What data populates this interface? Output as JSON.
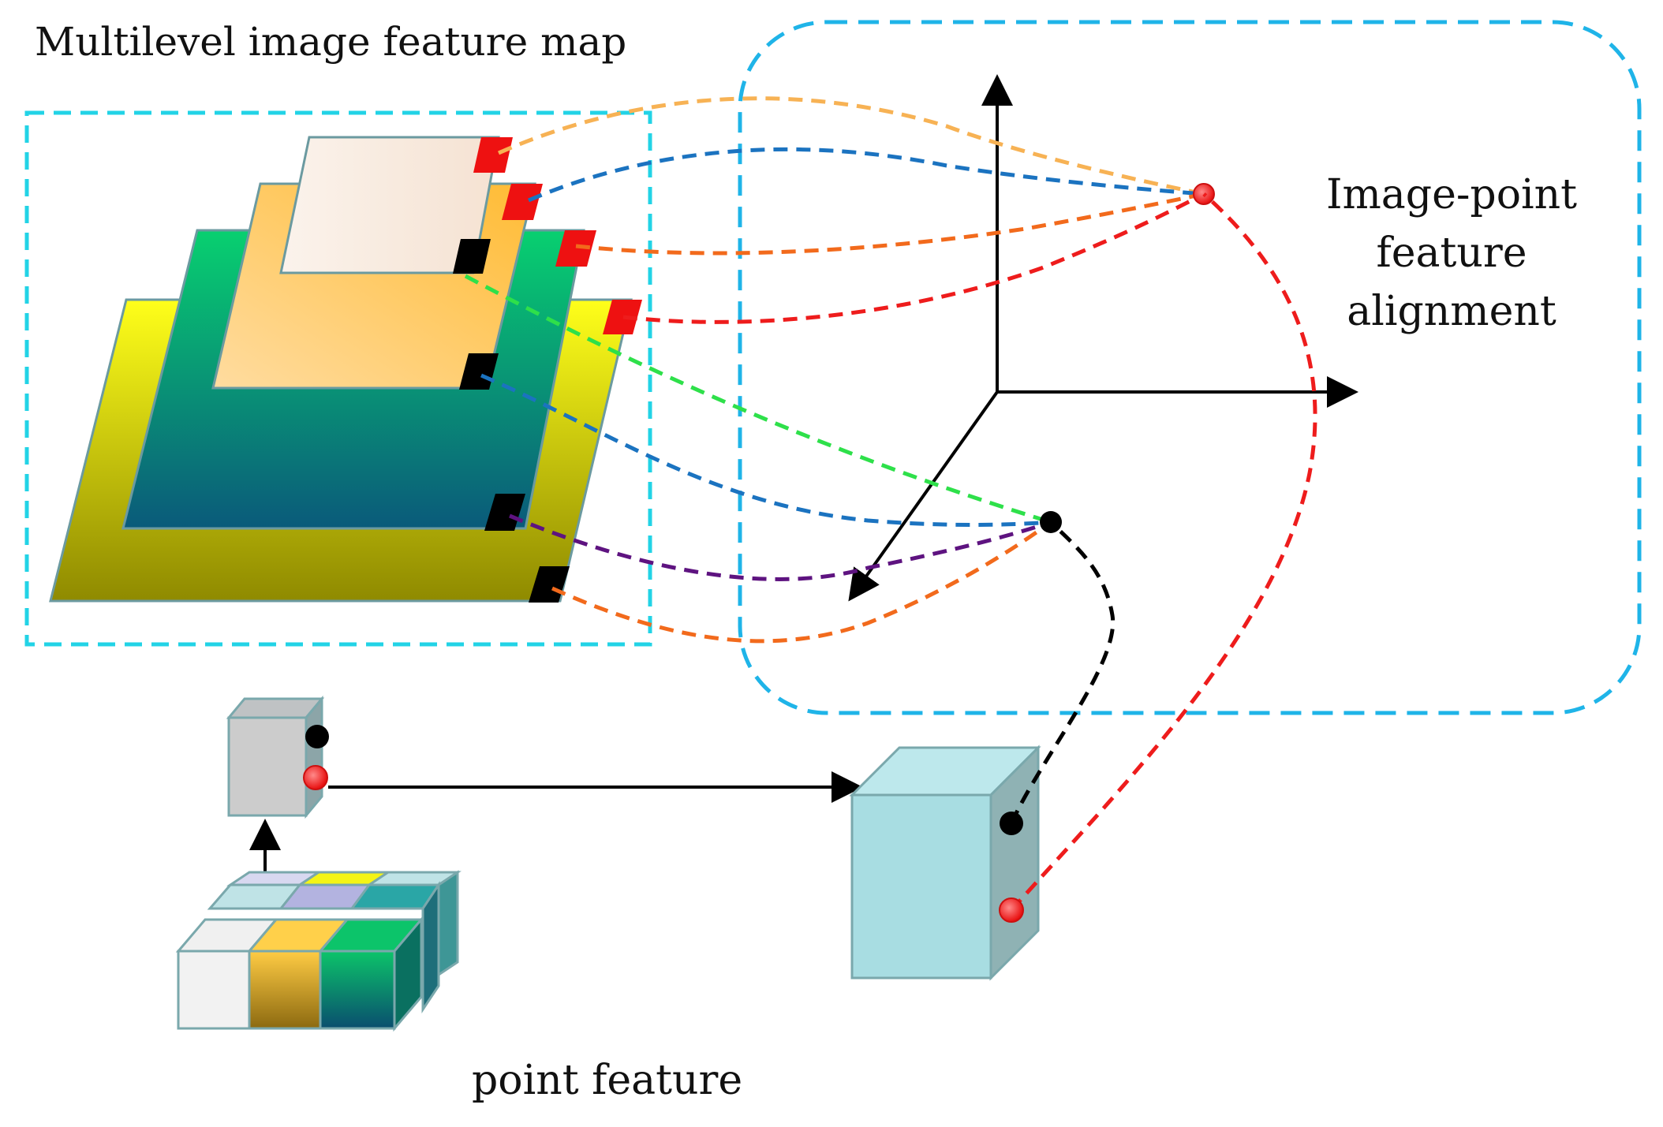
{
  "labels": {
    "multilevel_map": "Multilevel image feature map",
    "alignment_line1": "Image-point",
    "alignment_line2": "feature",
    "alignment_line3": "alignment",
    "point_feature": "point feature"
  },
  "colors": {
    "cyan_frame": "#22d3e6",
    "blue_frame": "#1fb4e8",
    "red_point": "#ee1c1c",
    "black_point": "#000000",
    "layer_top": "#f5e6d8",
    "layer_orange": "#ffc74d",
    "layer_green": "#0aa36b",
    "layer_yellow": "#ffff00",
    "cube_main": "#a8dde2",
    "connector_orange_light": "#f7b254",
    "connector_blue": "#1b73c0",
    "connector_orange": "#f26a1c",
    "connector_red": "#ee1c1c",
    "connector_green": "#2ee04a",
    "connector_purple": "#5e1380",
    "connector_black": "#000000"
  }
}
